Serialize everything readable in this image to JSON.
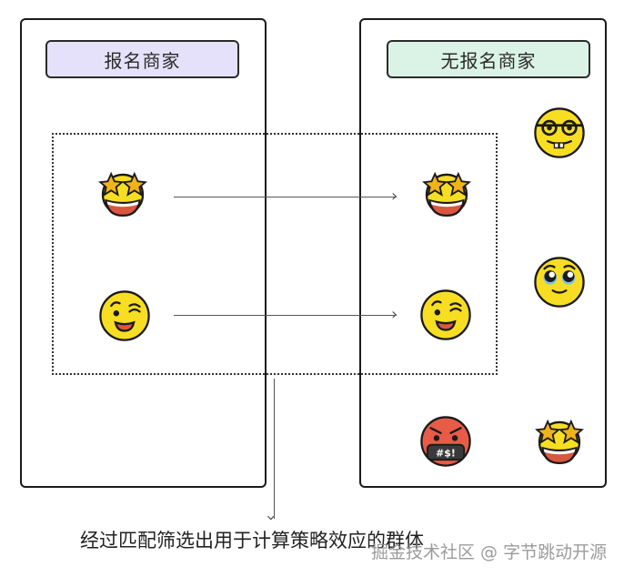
{
  "panels": {
    "left": {
      "label": "报名商家",
      "color": "#e6e1fb"
    },
    "right": {
      "label": "无报名商家",
      "color": "#dbf3e6"
    }
  },
  "emojis": {
    "left": [
      "star-struck",
      "winking-face"
    ],
    "right_matched": [
      "star-struck",
      "winking-face"
    ],
    "right_unmatched": [
      "nerd-face",
      "pleading-face",
      "cursing-face",
      "star-struck"
    ]
  },
  "caption": "经过匹配筛选出用于计算策略效应的群体",
  "watermark": "掘金技术社区 @ 字节跳动开源",
  "colors": {
    "yellow": "#f8de22",
    "orange_star": "#f1b31c",
    "mouth_red": "#d9573f",
    "angry_red": "#e85b47"
  }
}
